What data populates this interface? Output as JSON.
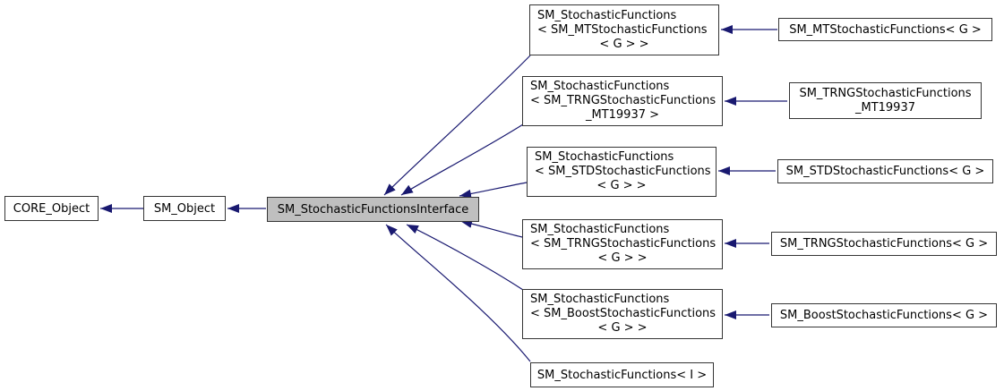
{
  "colors": {
    "edge": "#191970",
    "node_fill": "#ffffff",
    "node_border": "#353535",
    "selected_node_fill": "#bfbfbf",
    "text": "#000000",
    "background": "#ffffff"
  },
  "nodes": {
    "core_object": {
      "label": "CORE_Object"
    },
    "sm_object": {
      "label": "SM_Object"
    },
    "interface": {
      "label": "SM_StochasticFunctionsInterface"
    },
    "tmpl_mt": {
      "lines": [
        "SM_StochasticFunctions",
        "< SM_MTStochasticFunctions",
        "< G > >"
      ]
    },
    "tmpl_trng_mt19937": {
      "lines": [
        "SM_StochasticFunctions",
        "< SM_TRNGStochasticFunctions",
        "_MT19937 >"
      ]
    },
    "tmpl_std": {
      "lines": [
        "SM_StochasticFunctions",
        "< SM_STDStochasticFunctions",
        "< G > >"
      ]
    },
    "tmpl_trng": {
      "lines": [
        "SM_StochasticFunctions",
        "< SM_TRNGStochasticFunctions",
        "< G > >"
      ]
    },
    "tmpl_boost": {
      "lines": [
        "SM_StochasticFunctions",
        "< SM_BoostStochasticFunctions",
        "< G > >"
      ]
    },
    "tmpl_i": {
      "label": "SM_StochasticFunctions< I >"
    },
    "mt": {
      "label": "SM_MTStochasticFunctions< G >"
    },
    "trng_mt19937": {
      "lines": [
        "SM_TRNGStochasticFunctions",
        "_MT19937"
      ]
    },
    "std": {
      "label": "SM_STDStochasticFunctions< G >"
    },
    "trng": {
      "label": "SM_TRNGStochasticFunctions< G >"
    },
    "boost": {
      "label": "SM_BoostStochasticFunctions< G >"
    }
  },
  "edges": [
    {
      "from": "sm_object",
      "to": "core_object"
    },
    {
      "from": "interface",
      "to": "sm_object"
    },
    {
      "from": "tmpl_mt",
      "to": "interface"
    },
    {
      "from": "tmpl_trng_mt19937",
      "to": "interface"
    },
    {
      "from": "tmpl_std",
      "to": "interface"
    },
    {
      "from": "tmpl_trng",
      "to": "interface"
    },
    {
      "from": "tmpl_boost",
      "to": "interface"
    },
    {
      "from": "tmpl_i",
      "to": "interface"
    },
    {
      "from": "mt",
      "to": "tmpl_mt"
    },
    {
      "from": "trng_mt19937",
      "to": "tmpl_trng_mt19937"
    },
    {
      "from": "std",
      "to": "tmpl_std"
    },
    {
      "from": "trng",
      "to": "tmpl_trng"
    },
    {
      "from": "boost",
      "to": "tmpl_boost"
    }
  ]
}
